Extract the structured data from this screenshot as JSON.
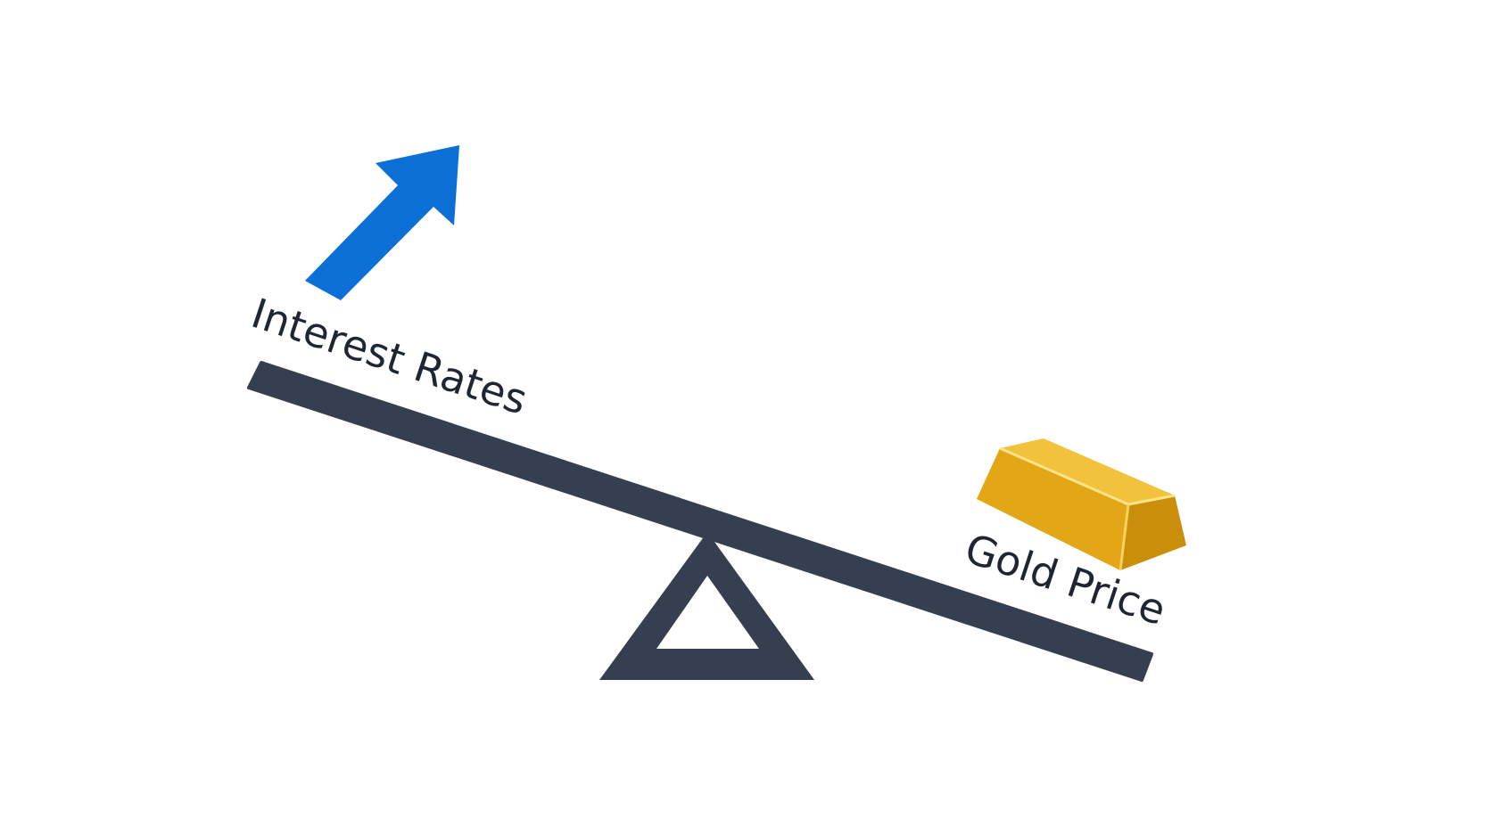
{
  "diagram": {
    "left_label": "Interest Rates",
    "right_label": "Gold Price",
    "arrow_direction": "up",
    "colors": {
      "beam": "#353f4f",
      "fulcrum": "#353f4f",
      "arrow": "#0b6fd6",
      "gold_top": "#f3c23c",
      "gold_front": "#e2a616",
      "gold_side": "#c98e0a",
      "label": "#1f2633"
    },
    "icons": [
      "up-arrow-icon",
      "gold-bar-icon",
      "fulcrum-triangle-icon"
    ]
  }
}
